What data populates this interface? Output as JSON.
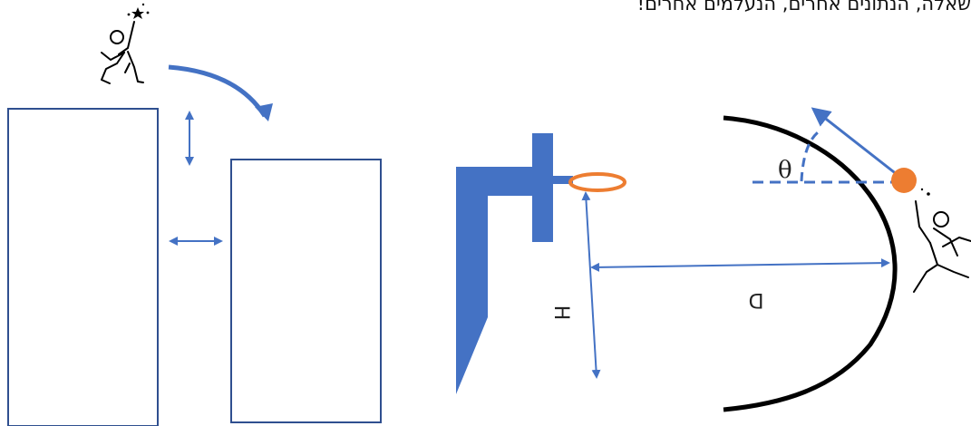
{
  "header_text": "שאלה, הנתונים אחרים, הנעלמים אחרים!",
  "labels": {
    "theta": "θ",
    "distance": "D",
    "height": "H"
  },
  "colors": {
    "shape_blue": "#4472c4",
    "rect_stroke": "#2f4f8f",
    "ball_orange": "#ed7d31",
    "curve_black": "#000000"
  }
}
